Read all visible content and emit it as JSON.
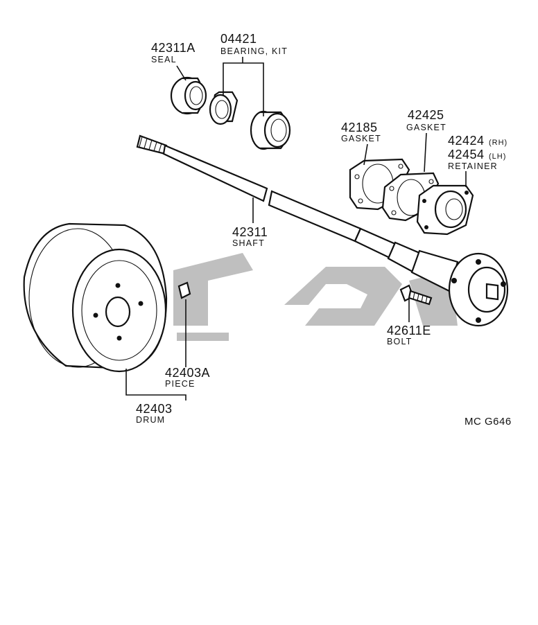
{
  "labels": {
    "seal": {
      "number": "42311A",
      "name": "SEAL"
    },
    "bearing": {
      "number": "04421",
      "name": "BEARING, KIT"
    },
    "gasket1": {
      "number": "42185",
      "name": "GASKET"
    },
    "gasket2": {
      "number": "42425",
      "name": "GASKET"
    },
    "retainer": {
      "number_rh": "42424",
      "rh": "(RH)",
      "number_lh": "42454",
      "lh": "(LH)",
      "name": "RETAINER"
    },
    "shaft": {
      "number": "42311",
      "name": "SHAFT"
    },
    "bolt": {
      "number": "42611E",
      "name": "BOLT"
    },
    "piece": {
      "number": "42403A",
      "name": "PIECE"
    },
    "drum": {
      "number": "42403",
      "name": "DRUM"
    }
  },
  "diagram_code": "MC G646",
  "colors": {
    "ink": "#111111",
    "watermark": "#8a8a8a",
    "background": "#ffffff"
  }
}
